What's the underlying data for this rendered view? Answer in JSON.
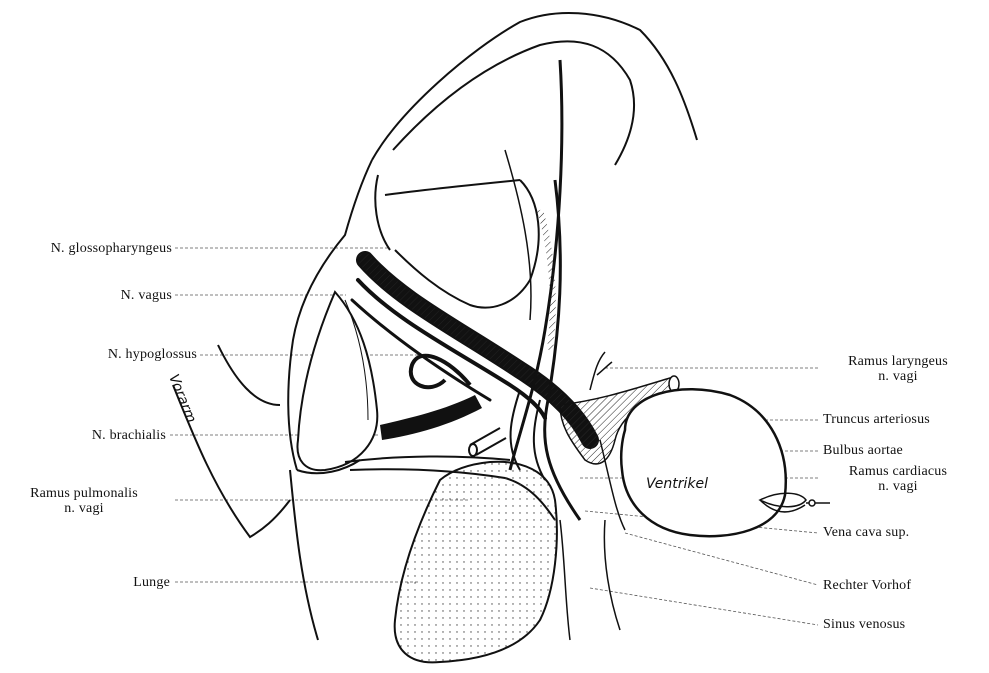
{
  "left_labels": {
    "glossopharyngeus": "N. glossopharyngeus",
    "vagus": "N. vagus",
    "hypoglossus": "N. hypoglossus",
    "brachialis": "N. brachialis",
    "ramus_pulmonalis_1": "Ramus pulmonalis",
    "ramus_pulmonalis_2": "n. vagi",
    "lunge": "Lunge"
  },
  "right_labels": {
    "ramus_laryngeus_1": "Ramus laryngeus",
    "ramus_laryngeus_2": "n. vagi",
    "truncus": "Truncus arteriosus",
    "bulbus": "Bulbus aortae",
    "ramus_cardiacus_1": "Ramus cardiacus",
    "ramus_cardiacus_2": "n. vagi",
    "vena_cava": "Vena cava sup.",
    "vorhof": "Rechter Vorhof",
    "sinus": "Sinus venosus"
  },
  "inner_labels": {
    "vorarm": "Vorarm",
    "ventrikel": "Ventrikel"
  }
}
